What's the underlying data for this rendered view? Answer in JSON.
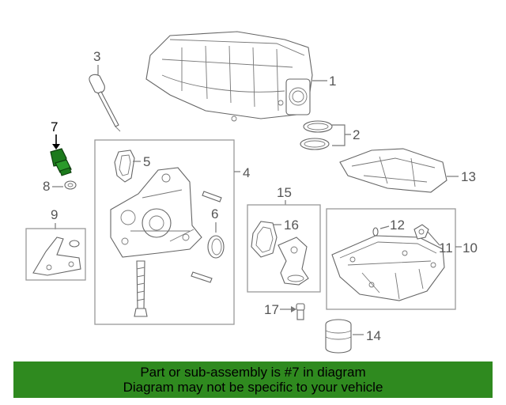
{
  "callouts": {
    "c1": "1",
    "c2": "2",
    "c3": "3",
    "c4": "4",
    "c5": "5",
    "c6": "6",
    "c7": "7",
    "c8": "8",
    "c9": "9",
    "c10": "10",
    "c11": "11",
    "c12": "12",
    "c13": "13",
    "c14": "14",
    "c15": "15",
    "c16": "16",
    "c17": "17"
  },
  "banner": {
    "line1": "Part or sub-assembly is #7 in diagram",
    "line2": "Diagram may not be specific to your vehicle",
    "color": "#2f8a1f"
  },
  "highlight_color": "#1c7a1c"
}
